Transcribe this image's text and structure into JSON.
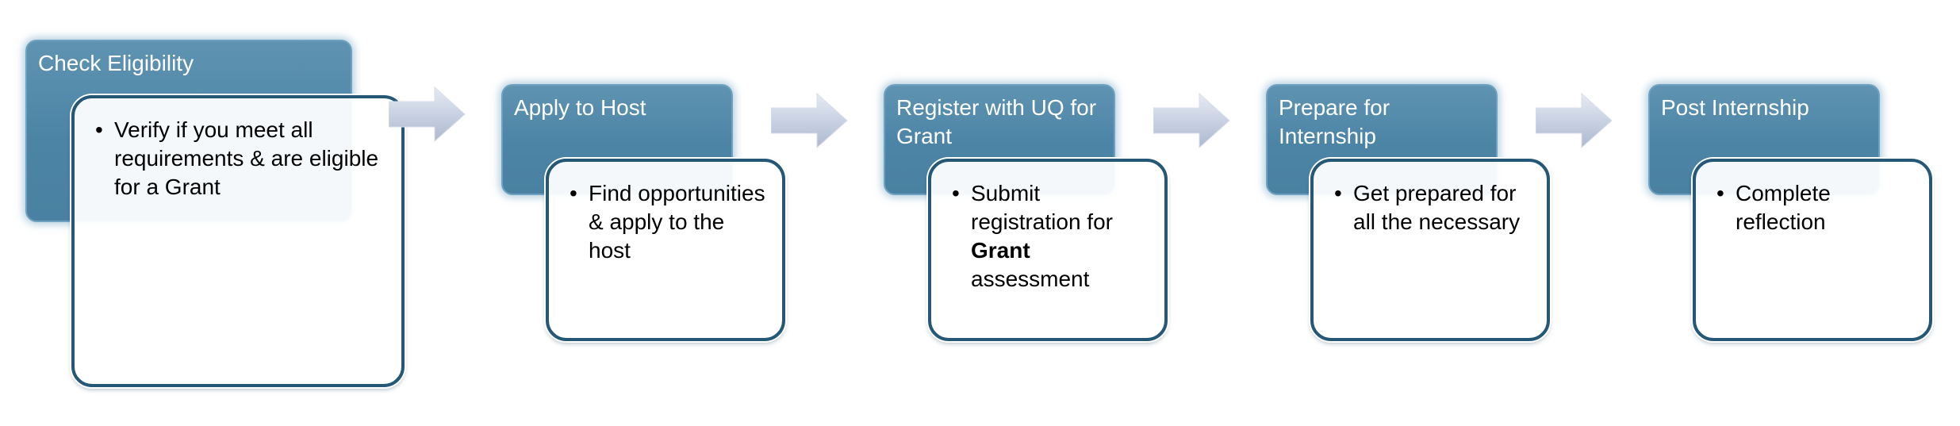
{
  "steps": [
    {
      "title": "Check Eligibility",
      "bullet_text": "Verify if you meet all requirements & are eligible for a Grant"
    },
    {
      "title": "Apply to Host",
      "bullet_text": "Find opportunities & apply to the host"
    },
    {
      "title": "Register with UQ for Grant",
      "bullet_prefix": "Submit registration for ",
      "bullet_bold": "Grant",
      "bullet_suffix": " assessment"
    },
    {
      "title": "Prepare for Internship",
      "bullet_text": "Get prepared for all the necessary"
    },
    {
      "title": "Post Internship",
      "bullet_text": "Complete reflection"
    }
  ],
  "colors": {
    "header_fill": "#4c84a6",
    "card_border": "#245876",
    "arrow_fill": "#c9d2e3"
  },
  "icons": {
    "connector": "right-chevron-arrow"
  }
}
